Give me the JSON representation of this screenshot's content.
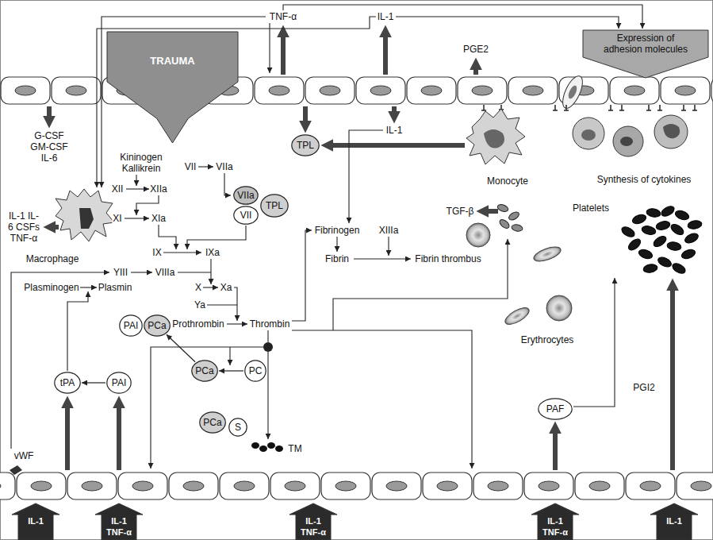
{
  "diagram": {
    "nodes": [
      {
        "text": [
          "TRAUMA"
        ]
      },
      {
        "text": [
          "Expression of adhesion molecules"
        ]
      },
      {
        "text": [
          "TPL"
        ]
      },
      {
        "text": [
          "VIIa"
        ]
      },
      {
        "text": [
          "VII"
        ]
      },
      {
        "text": [
          "TPL"
        ]
      },
      {
        "text": [
          "PAI"
        ]
      },
      {
        "text": [
          "PCa"
        ]
      },
      {
        "text": [
          "PCa"
        ]
      },
      {
        "text": [
          "PC"
        ]
      },
      {
        "text": [
          "tPA"
        ]
      },
      {
        "text": [
          "PAI"
        ]
      },
      {
        "text": [
          "PAF"
        ]
      },
      {
        "text": [
          "PCa"
        ]
      },
      {
        "text": [
          "S"
        ]
      },
      {
        "text": [
          "IL-1"
        ]
      },
      {
        "text": [
          "IL-1 TNF-α"
        ]
      },
      {
        "text": [
          "IL-1 TNF-α"
        ]
      },
      {
        "text": [
          "IL-1 TNF-α"
        ]
      },
      {
        "text": [
          "IL-1"
        ]
      }
    ],
    "edges": [
      {
        "from": 9,
        "to": 8,
        "arrow": "to"
      },
      {
        "from": 8,
        "to": 7,
        "arrow": "to"
      },
      {
        "from": 11,
        "to": 10,
        "arrow": "to"
      }
    ],
    "labels": [
      "TNF-α",
      "IL-1",
      "PGE2",
      "G-CSF GM-CSF IL-6",
      "Kininogen Kallikrein",
      "IL-1",
      "Monocyte",
      "Synthesis of cytokines",
      "VII",
      "VIIa",
      "XII",
      "XIIa",
      "IL-1 IL-6 CSFs TNF-α",
      "XI",
      "XIa",
      "TGF-β",
      "Platelets",
      "Fibrinogen",
      "XIIIa",
      "IX",
      "IXa",
      "Macrophage",
      "Fibrin",
      "Fibrin thrombus",
      "YIII",
      "VIIIa",
      "X",
      "Xa",
      "Plasminogen",
      "Plasmin",
      "Ya",
      "Prothrombin",
      "Thrombin",
      "Erythrocytes",
      "PGI2",
      "vWF",
      "TM"
    ]
  }
}
